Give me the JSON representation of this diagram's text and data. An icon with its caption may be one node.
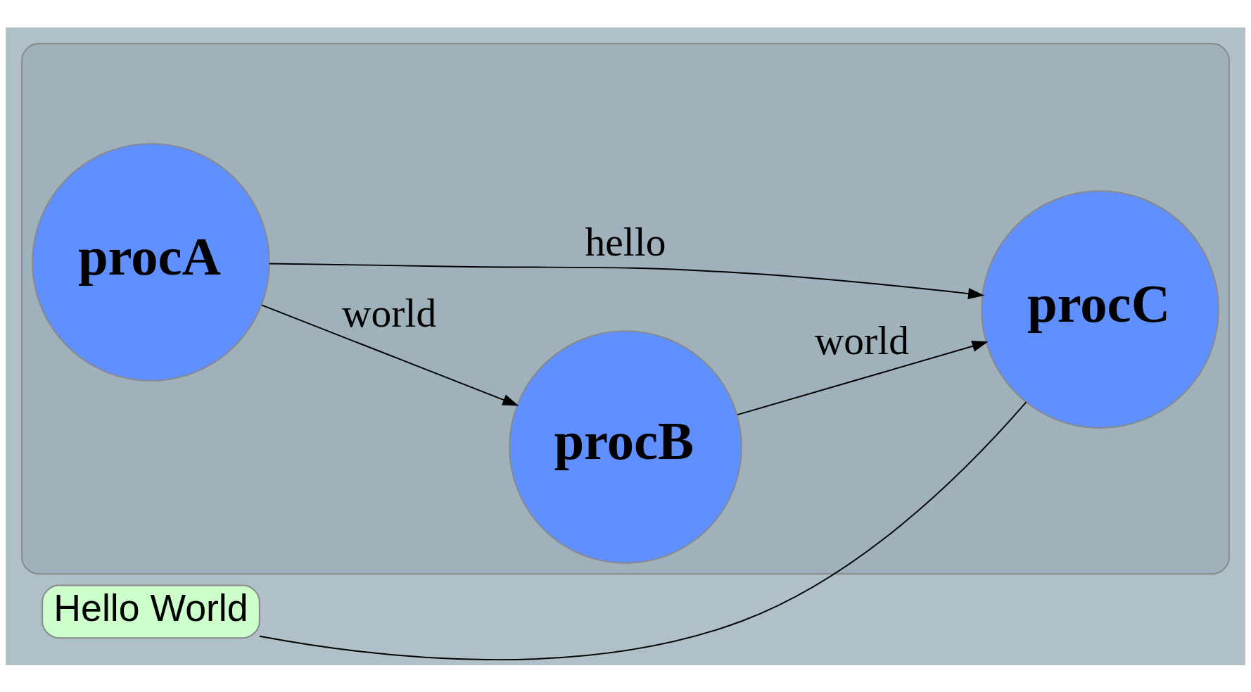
{
  "diagram": {
    "nodes": [
      {
        "text": [],
        "shape": "box"
      },
      {
        "text": [
          "procA"
        ],
        "in": 0
      },
      {
        "text": [
          "procB"
        ],
        "in": 0
      },
      {
        "text": [
          "procC"
        ],
        "in": 0
      },
      {
        "text": [
          "Hello World"
        ]
      }
    ],
    "edges": [
      {
        "from": 1,
        "to": 3,
        "arrow": "to",
        "label": "hello"
      },
      {
        "from": 1,
        "to": 2,
        "arrow": "to",
        "label": "world"
      },
      {
        "from": 2,
        "to": 3,
        "arrow": "to",
        "label": "world"
      },
      {
        "from": 4,
        "to": 3,
        "arrow": "none"
      }
    ]
  }
}
